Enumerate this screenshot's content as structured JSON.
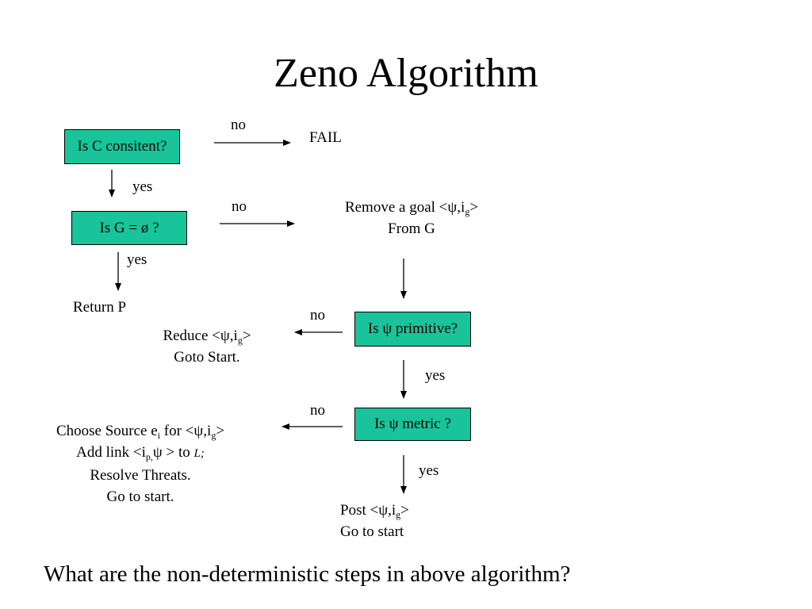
{
  "title": "Zeno Algorithm",
  "boxes": {
    "consistent": "Is C consitent?",
    "g_empty": "Is G = ø ?",
    "primitive": "Is ψ primitive?",
    "metric": "Is ψ metric ?"
  },
  "labels": {
    "no1": "no",
    "yes1": "yes",
    "no2": "no",
    "yes2": "yes",
    "no3": "no",
    "yes3": "yes",
    "no4": "no",
    "yes4": "yes"
  },
  "outcomes": {
    "fail": "FAIL",
    "return_p": "Return P",
    "remove": {
      "prefix": "Remove a goal <ψ,i",
      "sub": "g",
      "suffix": ">",
      "line2": "From G"
    },
    "reduce": {
      "prefix": "Reduce <ψ,i",
      "sub": "g",
      "suffix": ">",
      "line2": "Goto Start."
    },
    "choose": {
      "l1_prefix": "Choose Source e",
      "l1_sub": "i",
      "l1_mid": " for <ψ,i",
      "l1_sub2": "g",
      "l1_suffix": ">",
      "l2_prefix": "Add link <i",
      "l2_sub": "p,",
      "l2_mid": "ψ > to ",
      "l2_script": "L;",
      "l3": "Resolve Threats.",
      "l4": "Go to start."
    },
    "post": {
      "prefix": "Post <ψ,i",
      "sub": "g",
      "suffix": ">",
      "line2": "Go to start"
    }
  },
  "question": "What are the non-deterministic steps in above algorithm?"
}
